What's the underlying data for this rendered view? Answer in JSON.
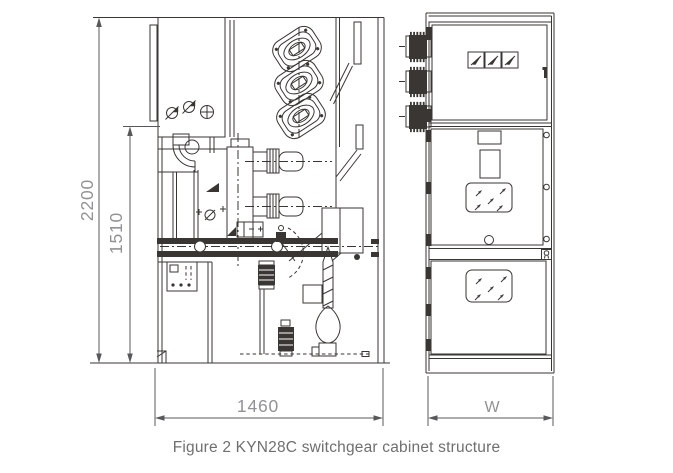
{
  "figure": {
    "caption": "Figure 2 KYN28C switchgear cabinet structure"
  },
  "dimensions": {
    "overall_height": "2200",
    "inner_height": "1510",
    "depth": "1460",
    "width_label": "W"
  },
  "components": {
    "side_view": [
      "relay-instrument-compartment",
      "indicator-lamps",
      "wall-bushings",
      "circuit-breaker-truck",
      "contact-arms",
      "truck-guide-rails",
      "interlock-box",
      "current-transformer",
      "support-insulators",
      "cable-termination",
      "earthing-switch",
      "door-swing-arc"
    ],
    "front_view": [
      "instrument-door",
      "meter-panel",
      "door-handle",
      "branch-bus-bushings",
      "nameplate",
      "breaker-door",
      "observation-window",
      "door-hinges",
      "panel-lock",
      "cable-compartment-door",
      "base-frame"
    ]
  },
  "colors": {
    "ink": "#3a3633",
    "dimension_line": "#58585b",
    "dimension_text": "#929295",
    "caption_text": "#6f6f70",
    "background": "#ffffff"
  }
}
